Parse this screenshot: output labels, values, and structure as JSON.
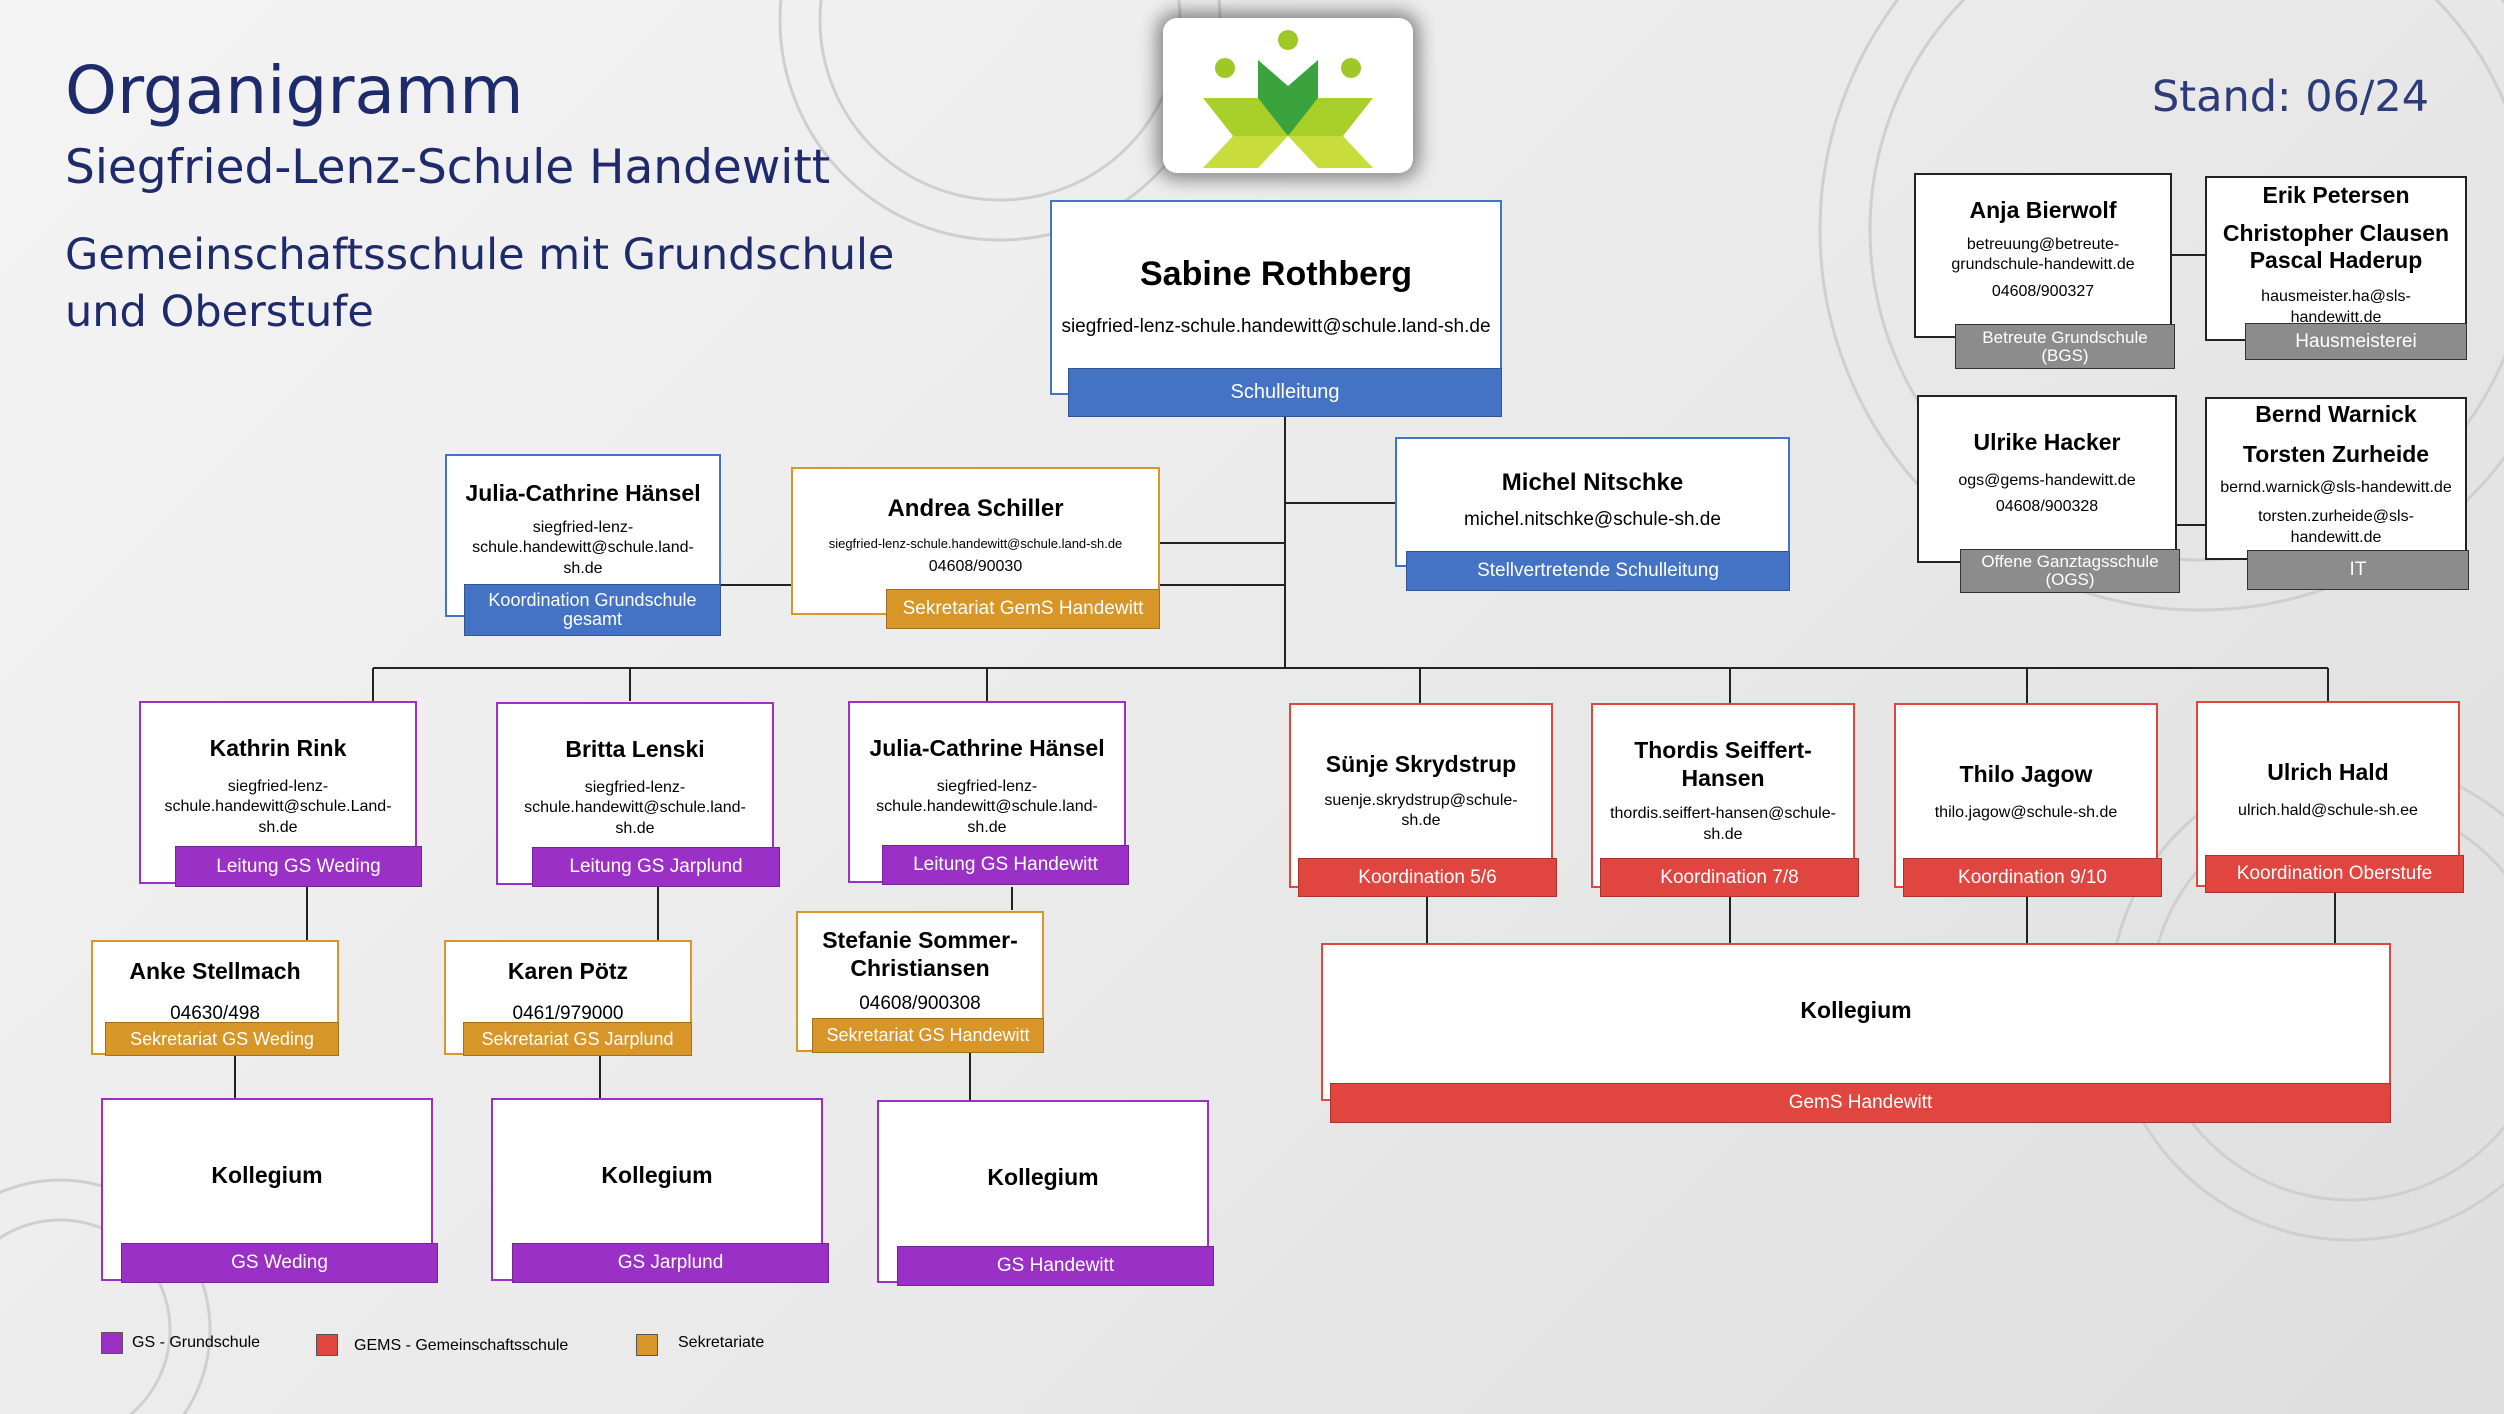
{
  "header": {
    "title": "Organigramm",
    "subtitle": "Siegfried-Lenz-Schule Handewitt",
    "school_type_line1": "Gemeinschaftsschule mit Grundschule",
    "school_type_line2": "und Oberstufe",
    "stand": "Stand: 06/24"
  },
  "colors": {
    "blue": "#4472c4",
    "purple": "#9b30c6",
    "red": "#e0453f",
    "orange": "#d89528",
    "gray": "#8c8c8c",
    "title": "#1f2a6b"
  },
  "logo": {
    "icon": "school-logo-icon"
  },
  "leadership": {
    "name": "Sabine Rothberg",
    "email": "siegfried-lenz-schule.handewitt@schule.land-sh.de",
    "role": "Schulleitung"
  },
  "deputy": {
    "name": "Michel Nitschke",
    "email": "michel.nitschke@schule-sh.de",
    "role": "Stellvertretende Schulleitung"
  },
  "secretariat_gems": {
    "name": "Andrea Schiller",
    "email": "siegfried-lenz-schule.handewitt@schule.land-sh.de",
    "phone": "04608/90030",
    "role": "Sekretariat GemS Handewitt"
  },
  "coordination_gs": {
    "name": "Julia-Cathrine Hänsel",
    "email": "siegfried-lenz-schule.handewitt@schule.land-sh.de",
    "role": "Koordination  Grundschule gesamt"
  },
  "bgs": {
    "name": "Anja Bierwolf",
    "email": "betreuung@betreute-grundschule-handewitt.de",
    "phone": "04608/900327",
    "role": "Betreute Grundschule (BGS)"
  },
  "hausmeisterei": {
    "name1": "Erik Petersen",
    "name2": "Christopher Clausen",
    "name3": "Pascal Haderup",
    "email": "hausmeister.ha@sls-handewitt.de",
    "role": "Hausmeisterei"
  },
  "ogs": {
    "name": "Ulrike Hacker",
    "email": "ogs@gems-handewitt.de",
    "phone": "04608/900328",
    "role": "Offene Ganztagsschule (OGS)"
  },
  "it": {
    "name1": "Bernd Warnick",
    "name2": "Torsten Zurheide",
    "email1": "bernd.warnick@sls-handewitt.de",
    "email2": "torsten.zurheide@sls-handewitt.de",
    "role": "IT"
  },
  "gs_leads": [
    {
      "name": "Kathrin Rink",
      "email": "siegfried-lenz-schule.handewitt@schule.Land-sh.de",
      "role": "Leitung GS Weding"
    },
    {
      "name": "Britta Lenski",
      "email": "siegfried-lenz-schule.handewitt@schule.land-sh.de",
      "role": "Leitung GS Jarplund"
    },
    {
      "name": "Julia-Cathrine Hänsel",
      "email": "siegfried-lenz-schule.handewitt@schule.land-sh.de",
      "role": "Leitung GS Handewitt"
    }
  ],
  "gs_secretaries": [
    {
      "name": "Anke Stellmach",
      "phone": "04630/498",
      "role": "Sekretariat GS Weding"
    },
    {
      "name": "Karen Pötz",
      "phone": "0461/979000",
      "role": "Sekretariat GS Jarplund"
    },
    {
      "name": "Stefanie Sommer-Christiansen",
      "phone": "04608/900308",
      "role": "Sekretariat GS Handewitt"
    }
  ],
  "gs_kollegium": [
    {
      "name": "Kollegium",
      "role": "GS Weding"
    },
    {
      "name": "Kollegium",
      "role": "GS Jarplund"
    },
    {
      "name": "Kollegium",
      "role": "GS Handewitt"
    }
  ],
  "gems_coordinators": [
    {
      "name": "Sünje Skrydstrup",
      "email": "suenje.skrydstrup@schule-sh.de",
      "role": "Koordination 5/6"
    },
    {
      "name": "Thordis Seiffert-Hansen",
      "email": "thordis.seiffert-hansen@schule-sh.de",
      "role": "Koordination 7/8"
    },
    {
      "name": "Thilo Jagow",
      "email": "thilo.jagow@schule-sh.de",
      "role": "Koordination 9/10"
    },
    {
      "name": "Ulrich Hald",
      "email": "ulrich.hald@schule-sh.ee",
      "role": "Koordination Oberstufe"
    }
  ],
  "gems_kollegium": {
    "name": "Kollegium",
    "role": "GemS Handewitt"
  },
  "legend": [
    {
      "label": "GS - Grundschule",
      "color": "#9b30c6"
    },
    {
      "label": "GEMS - Gemeinschaftsschule",
      "color": "#e0453f"
    },
    {
      "label": "Sekretariate",
      "color": "#d89528"
    }
  ]
}
